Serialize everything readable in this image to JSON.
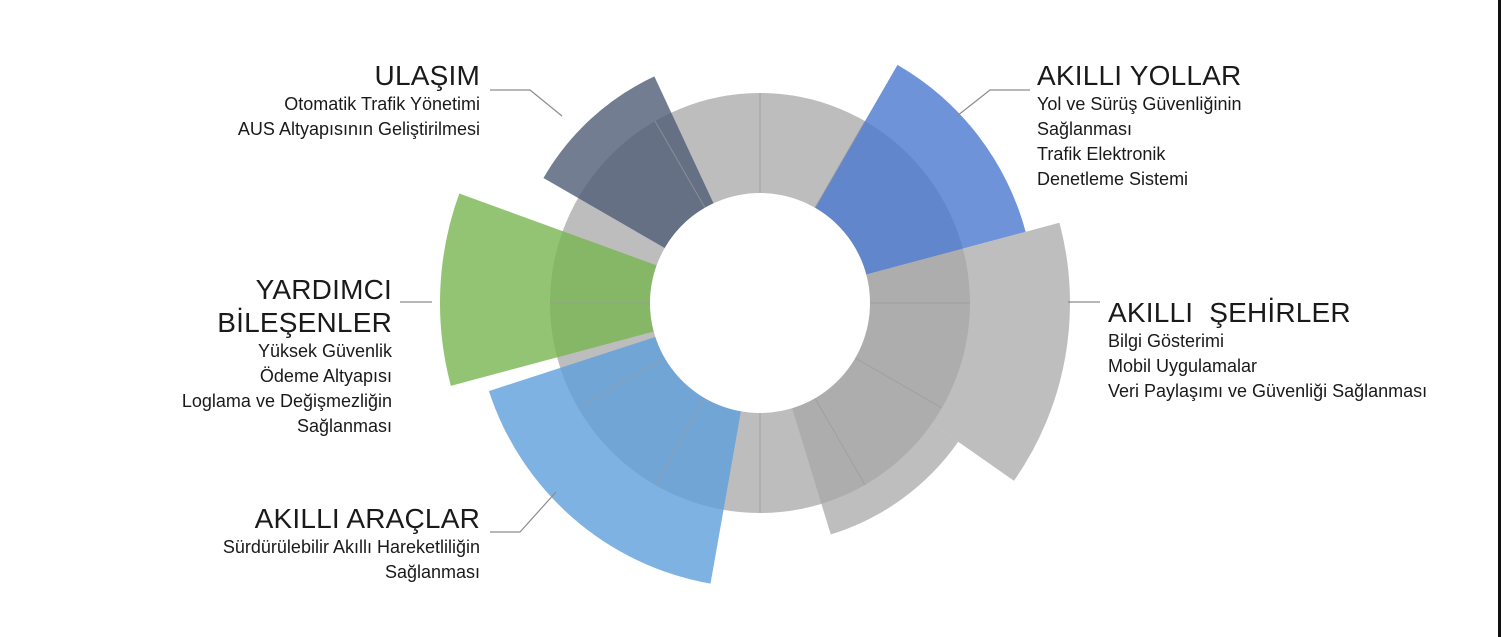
{
  "diagram": {
    "colors": {
      "ring": "#bdbdbd",
      "divider": "#9a9a9a",
      "leader": "#8c8c8c",
      "ulasim": "#4f5d76",
      "akilli_yollar": "#4a78cf",
      "akilli_sehirler": "#a8a8a8",
      "yardimci": "#77b550",
      "akilli_araclar": "#5e9fdc"
    },
    "petals": [
      {
        "id": "ulasim",
        "start": 300,
        "end": 335,
        "inner": 110,
        "outer": 250,
        "color": "#4f5d76",
        "opacity": 0.8
      },
      {
        "id": "akilli_yollar",
        "start": 30,
        "end": 75,
        "inner": 110,
        "outer": 275,
        "color": "#4a78cf",
        "opacity": 0.8
      },
      {
        "id": "akilli_sehirler_1",
        "start": 75,
        "end": 125,
        "inner": 110,
        "outer": 310,
        "color": "#a8a8a8",
        "opacity": 0.75
      },
      {
        "id": "akilli_sehirler_2",
        "start": 125,
        "end": 163,
        "inner": 110,
        "outer": 242,
        "color": "#a8a8a8",
        "opacity": 0.75
      },
      {
        "id": "yardimci",
        "start": 255,
        "end": 290,
        "inner": 110,
        "outer": 320,
        "color": "#77b550",
        "opacity": 0.8
      },
      {
        "id": "akilli_araclar",
        "start": 190,
        "end": 252,
        "inner": 110,
        "outer": 285,
        "color": "#5e9fdc",
        "opacity": 0.8
      }
    ]
  },
  "labels": {
    "ulasim": {
      "title": "ULAŞIM",
      "lines": [
        "Otomatik Trafik Yönetimi",
        "AUS Altyapısının Geliştirilmesi"
      ]
    },
    "akilli_yollar": {
      "title": "AKILLI YOLLAR",
      "lines": [
        "Yol ve Sürüş Güvenliğinin",
        "Sağlanması",
        "Trafik Elektronik",
        "Denetleme Sistemi"
      ]
    },
    "akilli_sehirler": {
      "title": "AKILLI  ŞEHİRLER",
      "lines": [
        "Bilgi Gösterimi",
        "Mobil Uygulamalar",
        "Veri Paylaşımı ve Güvenliği Sağlanması"
      ]
    },
    "yardimci": {
      "title_lines": [
        "YARDIMCI",
        "BİLEŞENLER"
      ],
      "lines": [
        "Yüksek Güvenlik",
        "Ödeme Altyapısı",
        "Loglama ve Değişmezliğin",
        "Sağlanması"
      ]
    },
    "akilli_araclar": {
      "title": "AKILLI ARAÇLAR",
      "lines": [
        "Sürdürülebilir Akıllı Hareketliliğin",
        "Sağlanması"
      ]
    }
  }
}
